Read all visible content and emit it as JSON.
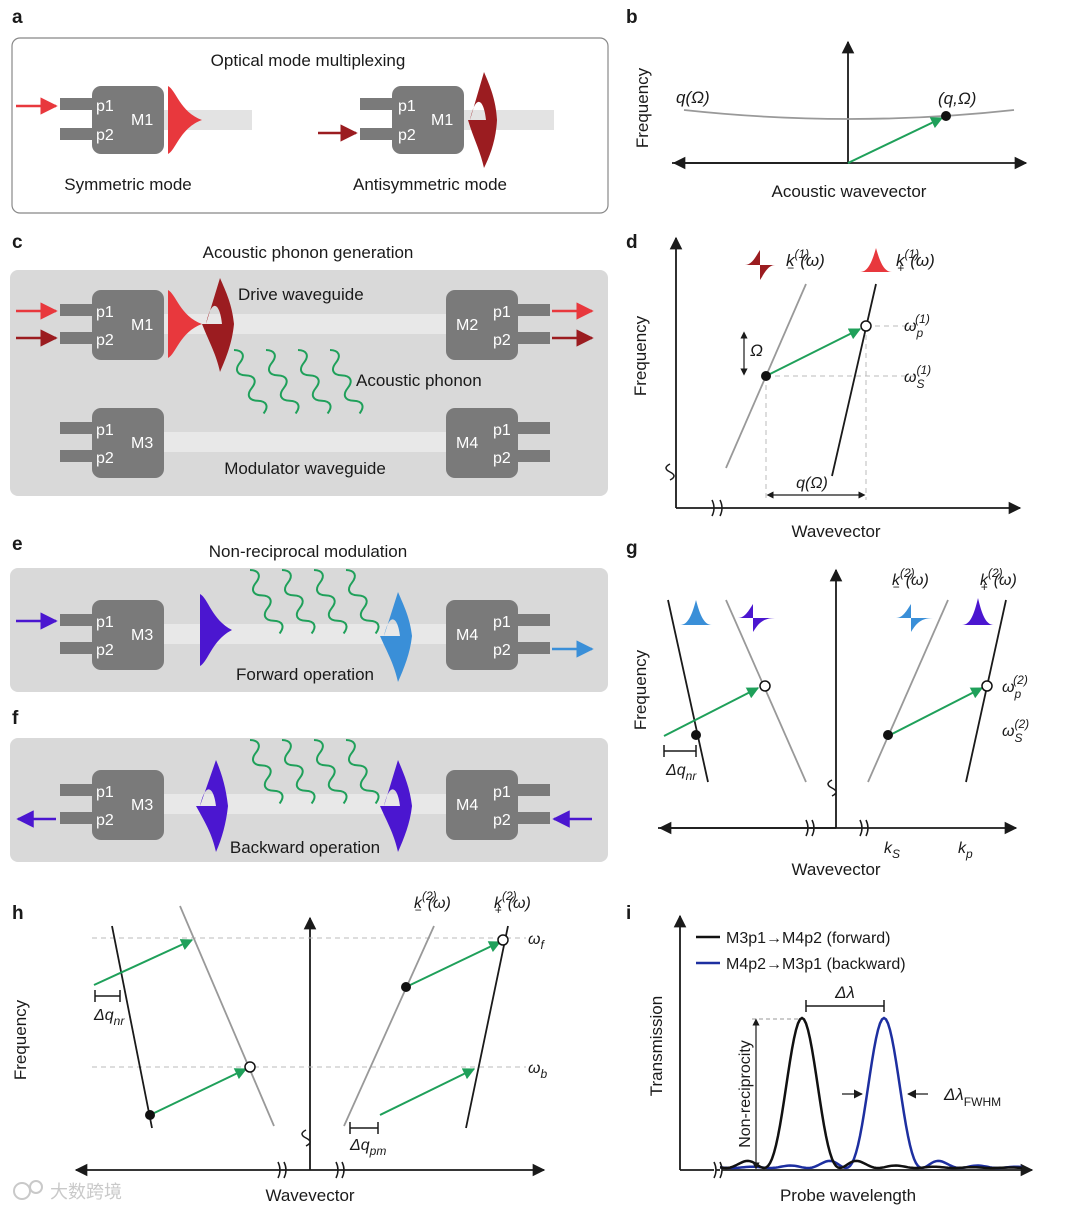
{
  "panel_labels": {
    "a": "a",
    "b": "b",
    "c": "c",
    "d": "d",
    "e": "e",
    "f": "f",
    "g": "g",
    "h": "h",
    "i": "i"
  },
  "panel_a": {
    "title": "Optical mode multiplexing",
    "mux_label": "M1",
    "port1": "p1",
    "port2": "p2",
    "symmetric_caption": "Symmetric mode",
    "antisymmetric_caption": "Antisymmetric mode"
  },
  "panel_b": {
    "ylabel": "Frequency",
    "xlabel": "Acoustic wavevector",
    "curve_label": "q(Ω)",
    "point_label": "(q,Ω)"
  },
  "panel_c": {
    "title": "Acoustic phonon generation",
    "drive_label": "Drive waveguide",
    "phonon_label": "Acoustic phonon",
    "modulator_label": "Modulator waveguide",
    "muxes": [
      "M1",
      "M2",
      "M3",
      "M4"
    ],
    "port1": "p1",
    "port2": "p2"
  },
  "panel_d": {
    "ylabel": "Frequency",
    "xlabel": "Wavevector",
    "k_minus": "k",
    "k_plus": "k",
    "k_sup": "(1)",
    "omega_arg": "(ω)",
    "Omega": "Ω",
    "omega": "ω",
    "sub_p": "p",
    "sub_S": "S",
    "sup1": "(1)",
    "q_label": "q(Ω)"
  },
  "panel_e": {
    "title": "Non-reciprocal modulation",
    "caption": "Forward operation",
    "muxes": [
      "M3",
      "M4"
    ]
  },
  "panel_f": {
    "caption": "Backward operation",
    "muxes": [
      "M3",
      "M4"
    ]
  },
  "panel_g": {
    "ylabel": "Frequency",
    "xlabel": "Wavevector",
    "k": "k",
    "sup2": "(2)",
    "omega_arg": "(ω)",
    "omega": "ω",
    "sub_p": "p",
    "sub_S": "S",
    "dq": "Δq",
    "sub_nr": "nr",
    "kS": "k",
    "kp": "k"
  },
  "panel_h": {
    "ylabel": "Frequency",
    "xlabel": "Wavevector",
    "k": "k",
    "sup2": "(2)",
    "omega_arg": "(ω)",
    "omega": "ω",
    "sub_f": "f",
    "sub_b": "b",
    "dq": "Δq",
    "sub_nr": "nr",
    "sub_pm": "pm"
  },
  "panel_i": {
    "ylabel": "Transmission",
    "xlabel": "Probe wavelength",
    "legend": [
      "M3p1→M4p2 (forward)",
      "M4p2→M3p1 (backward)"
    ],
    "delta_lambda": "Δλ",
    "fwhm_main": "Δλ",
    "fwhm_sub": "FWHM",
    "nonrecip": "Non-reciprocity"
  },
  "watermark": "大数跨境",
  "colors": {
    "red": "#e8383d",
    "darkred": "#9b1c20",
    "green": "#1fa05a",
    "blue": "#3a8fd8",
    "violet": "#4b16d0",
    "box": "#7a7a7a",
    "panelbg": "#d9d9d9",
    "waveguide": "#e2e2e2",
    "forward": "#111111",
    "backward": "#1d2fa0",
    "branch": "#9a9a9a"
  }
}
